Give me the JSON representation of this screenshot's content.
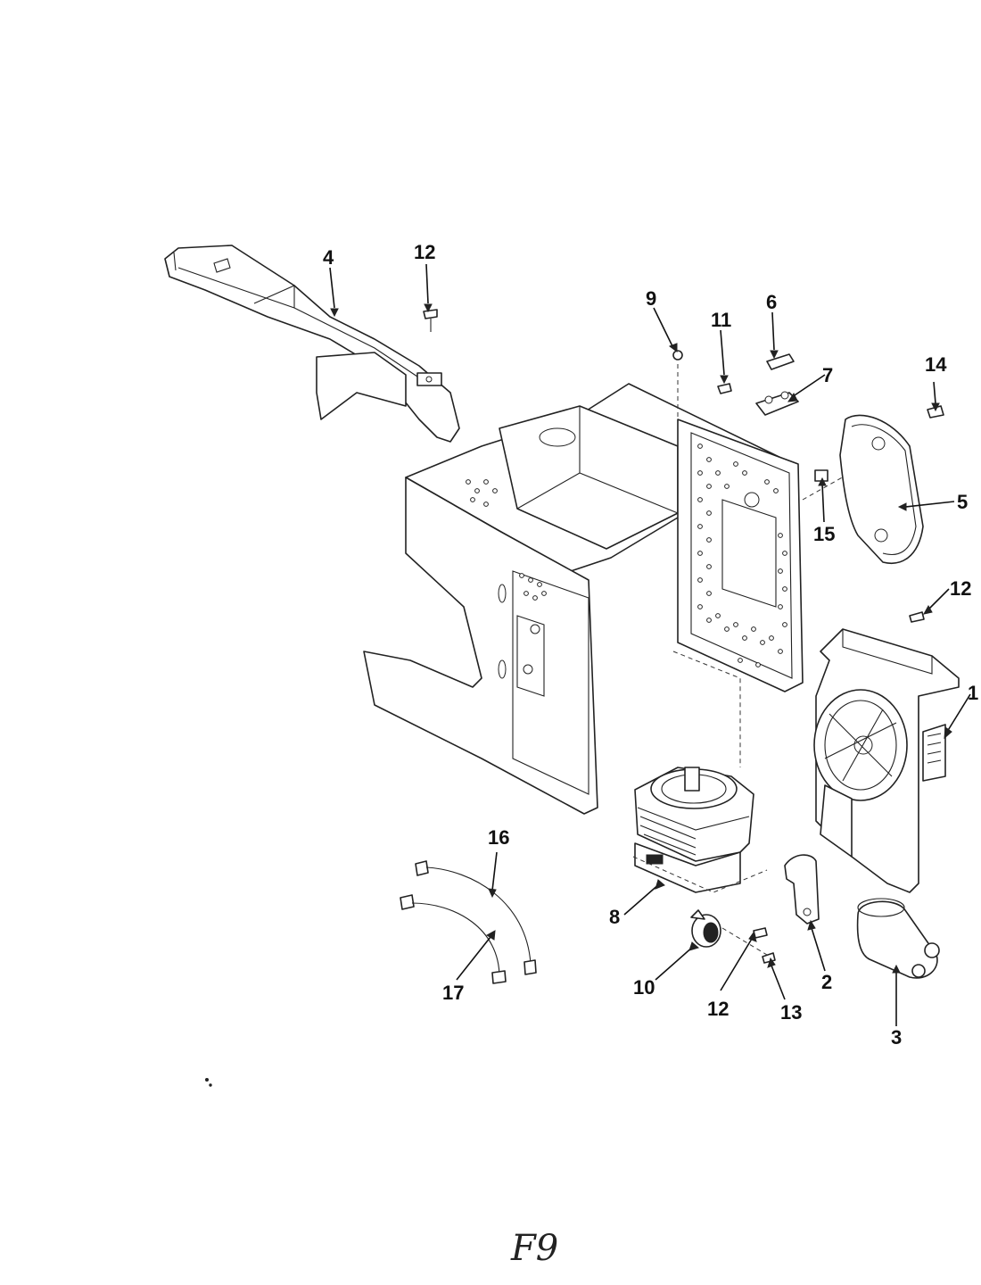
{
  "diagram": {
    "callouts": {
      "p1": "1",
      "p2": "2",
      "p3": "3",
      "p4": "4",
      "p5": "5",
      "p6": "6",
      "p7": "7",
      "p8": "8",
      "p9": "9",
      "p10": "10",
      "p11": "11",
      "p12a": "12",
      "p12b": "12",
      "p12c": "12",
      "p13": "13",
      "p14": "14",
      "p15": "15",
      "p16": "16",
      "p17": "17"
    },
    "footer_mark": "F9"
  }
}
